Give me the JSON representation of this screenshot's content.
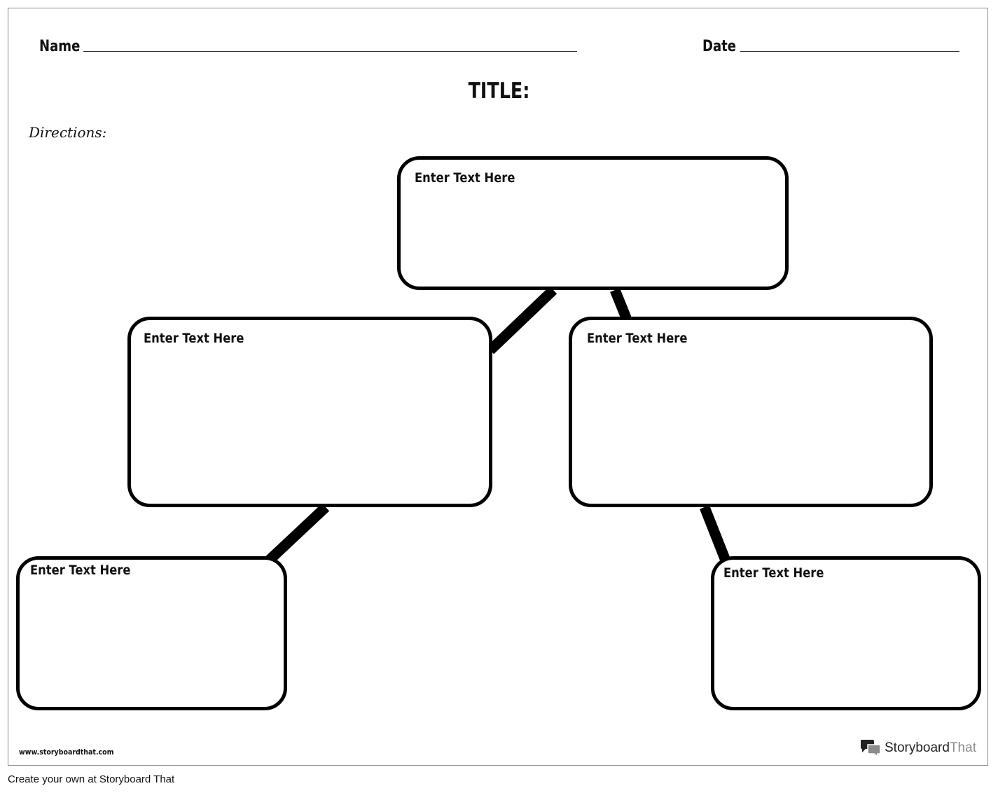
{
  "header": {
    "name_label": "Name",
    "date_label": "Date",
    "title": "TITLE:",
    "directions": "Directions:"
  },
  "boxes": [
    {
      "id": "top",
      "text": "Enter Text Here"
    },
    {
      "id": "middle-left",
      "text": "Enter Text Here"
    },
    {
      "id": "middle-right",
      "text": "Enter Text Here"
    },
    {
      "id": "bottom-left",
      "text": "Enter Text Here"
    },
    {
      "id": "bottom-right",
      "text": "Enter Text Here"
    }
  ],
  "connections": [
    [
      "top",
      "middle-left"
    ],
    [
      "top",
      "middle-right"
    ],
    [
      "middle-left",
      "bottom-left"
    ],
    [
      "middle-right",
      "bottom-right"
    ]
  ],
  "footer": {
    "site_url": "www.storyboardthat.com",
    "brand_strong": "Storyboard",
    "brand_light": "That",
    "logo_icon": "speech-bubbles-icon",
    "caption": "Create your own at Storyboard That"
  },
  "colors": {
    "ink": "#000000",
    "paper": "#ffffff",
    "brand_gray": "#8c8c8c"
  }
}
